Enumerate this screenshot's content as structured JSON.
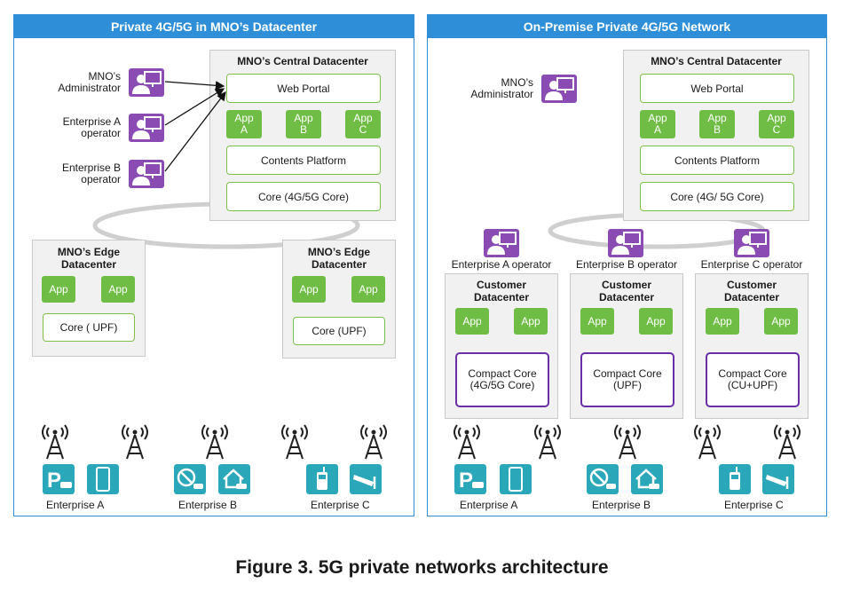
{
  "left": {
    "title": "Private 4G/5G in MNO’s Datacenter",
    "central_title": "MNO’s Central Datacenter",
    "web_portal": "Web Portal",
    "apps": [
      [
        "App",
        "A"
      ],
      [
        "App",
        "B"
      ],
      [
        "App",
        "C"
      ]
    ],
    "contents_platform": "Contents Platform",
    "core": "Core (4G/5G Core)",
    "admins": [
      [
        "MNO’s",
        "Administrator"
      ],
      [
        "Enterprise A",
        "operator"
      ],
      [
        "Enterprise B",
        "operator"
      ]
    ],
    "edge1": {
      "title": [
        "MNO’s Edge",
        "Datacenter"
      ],
      "apps": [
        "App",
        "App"
      ],
      "core": "Core ( UPF)"
    },
    "edge2": {
      "title": [
        "MNO’s Edge",
        "Datacenter"
      ],
      "apps": [
        "App",
        "App"
      ],
      "core": "Core (UPF)"
    },
    "enterprises": [
      "Enterprise A",
      "Enterprise B",
      "Enterprise C"
    ]
  },
  "right": {
    "title": "On-Premise Private 4G/5G Network",
    "central_title": "MNO’s Central Datacenter",
    "web_portal": "Web Portal",
    "apps": [
      [
        "App",
        "A"
      ],
      [
        "App",
        "B"
      ],
      [
        "App",
        "C"
      ]
    ],
    "contents_platform": "Contents Platform",
    "core": "Core (4G/ 5G Core)",
    "admin": [
      "MNO’s",
      "Administrator"
    ],
    "operators": [
      "Enterprise A operator",
      "Enterprise B operator",
      "Enterprise C operator"
    ],
    "customer_dcs": [
      {
        "title": [
          "Customer",
          "Datacenter"
        ],
        "apps": [
          "App",
          "App"
        ],
        "core": [
          "Compact Core",
          "(4G/5G Core)"
        ]
      },
      {
        "title": [
          "Customer",
          "Datacenter"
        ],
        "apps": [
          "App",
          "App"
        ],
        "core": [
          "Compact Core",
          "(UPF)"
        ]
      },
      {
        "title": [
          "Customer",
          "Datacenter"
        ],
        "apps": [
          "App",
          "App"
        ],
        "core": [
          "Compact Core",
          "(CU+UPF)"
        ]
      }
    ],
    "enterprises": [
      "Enterprise A",
      "Enterprise B",
      "Enterprise C"
    ]
  },
  "caption": "Figure 3.  5G private networks architecture",
  "colors": {
    "header": "#2e8fd8",
    "app": "#6fbd45",
    "person": "#8a4bb3",
    "compact": "#6a2fa8",
    "device": "#2aa7b8"
  },
  "icons": [
    "person-icon",
    "tower-icon",
    "parking-icon",
    "phone-icon",
    "no-smoking-icon",
    "home-icon",
    "walkie-talkie-icon",
    "cctv-icon"
  ]
}
